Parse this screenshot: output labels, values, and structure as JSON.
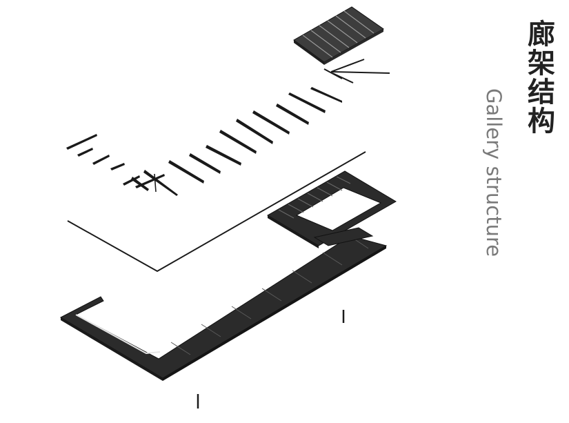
{
  "title": {
    "chinese": "廊架结构",
    "english": "Gallery structure"
  },
  "colors": {
    "floor_fill": "#2b2b2b",
    "slat_fill": "#6a6a6a",
    "line": "#1a1a1a",
    "title_cn": "#222222",
    "title_en": "#7a7a7a"
  },
  "layers": [
    "roof-slats",
    "beams",
    "roof-plane-outline",
    "floor-slab",
    "columns"
  ]
}
